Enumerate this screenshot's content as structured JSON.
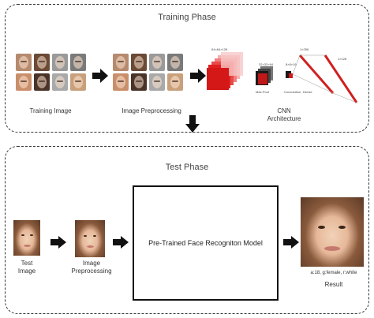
{
  "training": {
    "title": "Training Phase",
    "training_image_label": "Training Image",
    "preprocessing_label": "Image Preprocessing",
    "cnn_label_line1": "CNN",
    "cnn_label_line2": "Architecture",
    "cnn_dims": {
      "input": "64×64×128",
      "conv": "32×32×64",
      "pool_label": "Max-Pool",
      "small": "8×8×16",
      "conv_label": "Convolution",
      "dense_label": "Dense",
      "fc1": "1×256",
      "fc2": "1×128"
    },
    "face_colors": [
      "#b58a6e",
      "#6b4a36",
      "#9a9a9a",
      "#7a7a7a",
      "#c98f6b",
      "#4a3328",
      "#a9a9a9",
      "#c9a07c"
    ],
    "preprocessed_colors": [
      "#b58a6e",
      "#6b4a36",
      "#9a9a9a",
      "#7a7a7a",
      "#c98f6b",
      "#4a3328",
      "#a9a9a9",
      "#c9a07c"
    ]
  },
  "test": {
    "title": "Test Phase",
    "test_image_label_line1": "Test",
    "test_image_label_line2": "Image",
    "preprocessing_line1": "Image",
    "preprocessing_line2": "Preprocessing",
    "model_label": "Pre-Trained Face Recogniton Model",
    "result_values": "a:18, g:female, r:white",
    "result_label": "Result"
  },
  "colors": {
    "cnn_red": "#e02020",
    "dark": "#1a1a1a"
  }
}
